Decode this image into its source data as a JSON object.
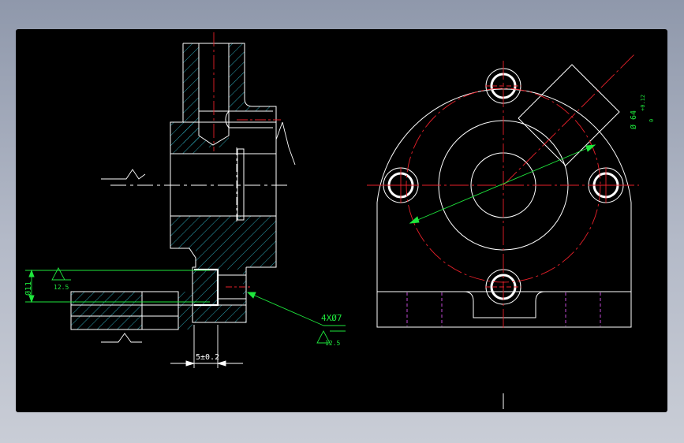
{
  "drawing": {
    "background": "#000000",
    "colors": {
      "outline": "#ffffff",
      "hatch": "#2fb8c8",
      "centerline": "#e8202a",
      "dimension": "#1ee63c",
      "hidden": "#c24ad6"
    },
    "annotations": {
      "diameter_11": "Ø11",
      "roughness_left": "12.5",
      "holes_callout": "4XØ7",
      "roughness_callout": "12.5",
      "width_dim": "5±0.2",
      "bore_dim": "Ø 64",
      "bore_tol_upper": "+0.12",
      "bore_tol_lower": "0"
    }
  }
}
